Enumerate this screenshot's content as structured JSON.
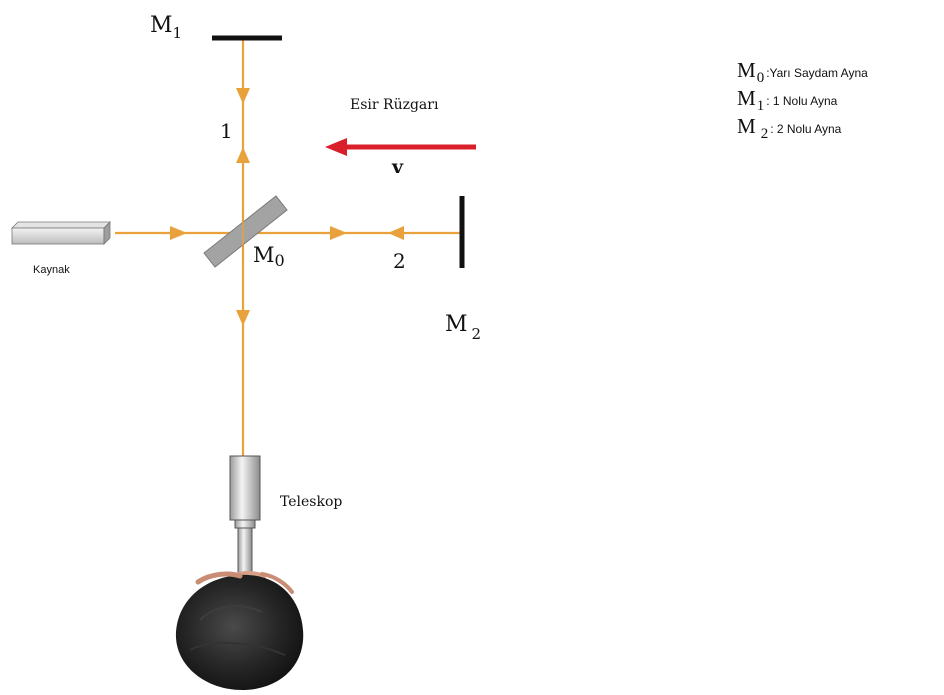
{
  "colors": {
    "beam": "#e9a13b",
    "wind_arrow": "#d81f2a",
    "mirror": "#111111"
  },
  "labels": {
    "m1": {
      "main": "M",
      "sub": "1"
    },
    "m2": {
      "main": "M",
      "sub": "2"
    },
    "m0": {
      "main": "M",
      "sub": "0"
    },
    "path1": "1",
    "path2": "2",
    "source": "Kaynak",
    "telescope": "Teleskop",
    "wind": "Esir Rüzgarı",
    "velocity": "v"
  },
  "legend": [
    {
      "symbol": "M",
      "sub": "0",
      "desc": ":Yarı Saydam Ayna"
    },
    {
      "symbol": "M",
      "sub": "1",
      "desc": ": 1 Nolu Ayna"
    },
    {
      "symbol": "M",
      "sub": "2",
      "desc": ": 2 Nolu Ayna"
    }
  ],
  "icons": {
    "source": "light-source-box",
    "beam_splitter": "half-silvered-mirror",
    "telescope": "telescope-tube",
    "observer": "observer-head"
  }
}
